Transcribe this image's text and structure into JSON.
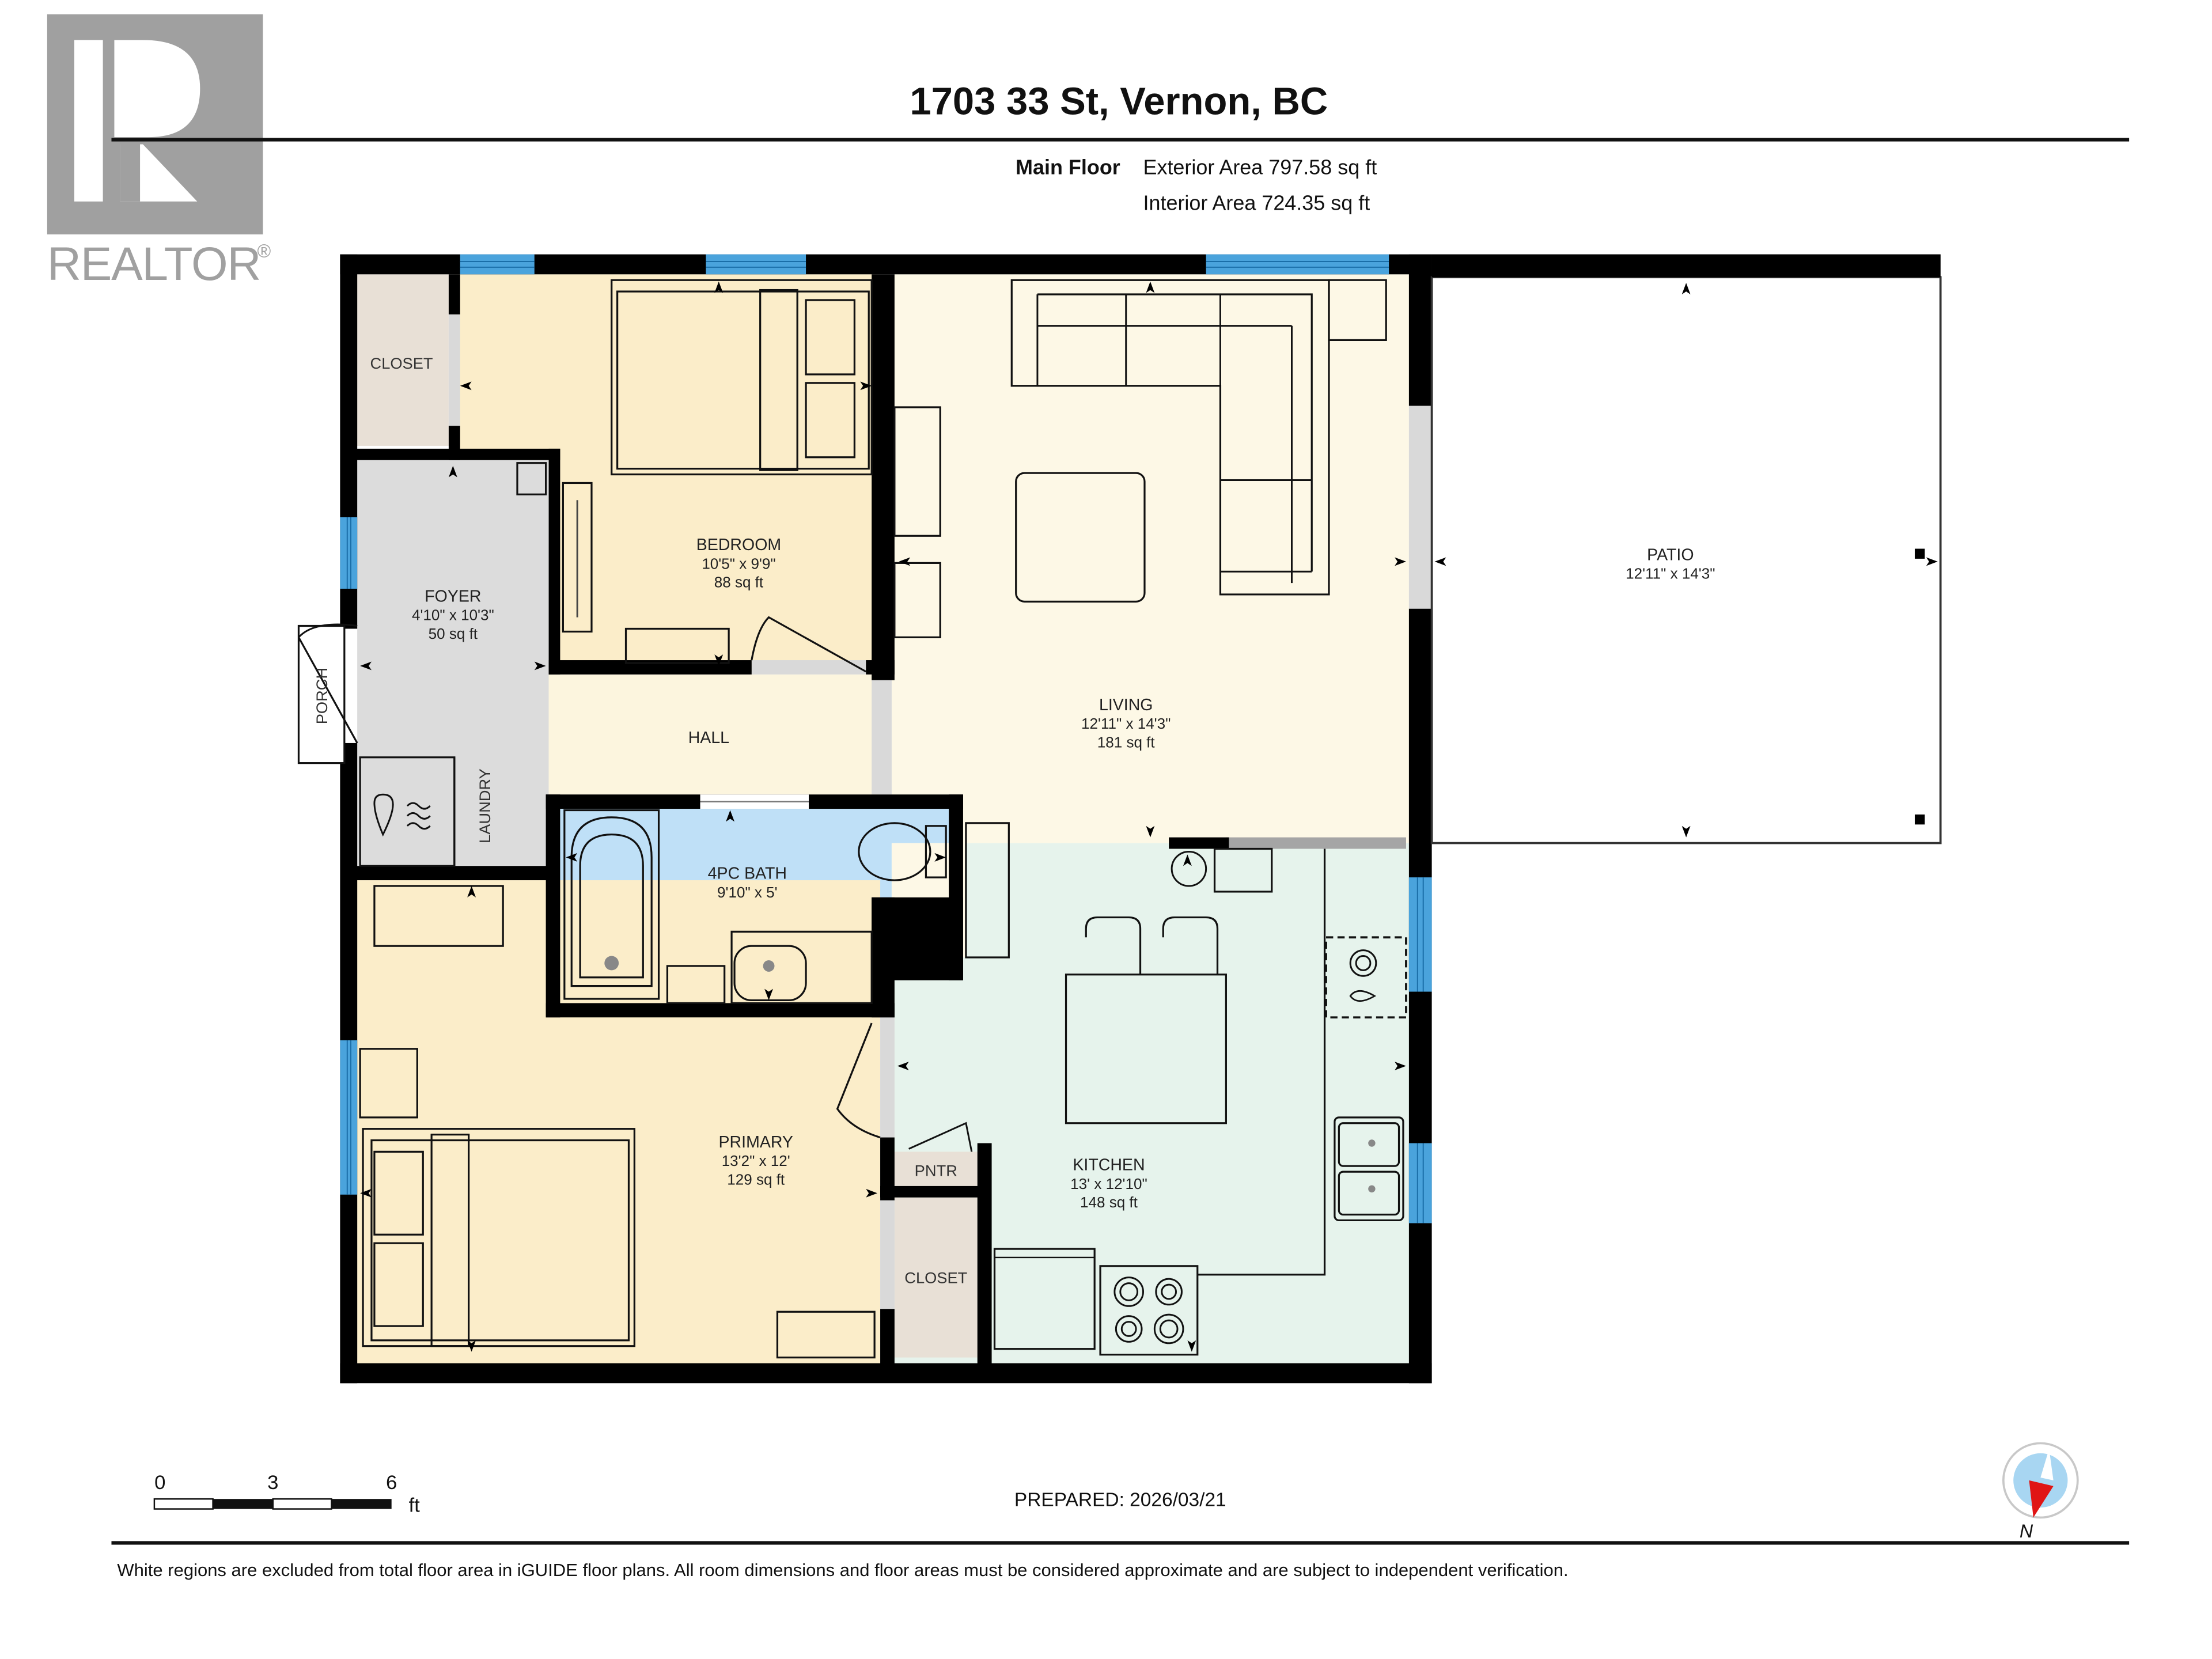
{
  "logo": {
    "letter": "R",
    "wordmark": "REALTOR",
    "registered": "®",
    "color": "#a0a0a0"
  },
  "header": {
    "title": "1703 33 St, Vernon, BC",
    "floor_name": "Main Floor",
    "exterior_area": "Exterior Area 797.58 sq ft",
    "interior_area": "Interior Area 724.35 sq ft"
  },
  "rooms": {
    "closet_top": {
      "name": "CLOSET",
      "color": "#e8e0d6"
    },
    "bedroom": {
      "name": "BEDROOM",
      "dims": "10'5\" x 9'9\"",
      "area": "88 sq ft",
      "color": "#fbedc9"
    },
    "foyer": {
      "name": "FOYER",
      "dims": "4'10\" x 10'3\"",
      "area": "50 sq ft",
      "color": "#dcdcdc"
    },
    "porch": {
      "name": "PORCH"
    },
    "laundry": {
      "name": "LAUNDRY"
    },
    "hall": {
      "name": "HALL",
      "color": "#fcf5de"
    },
    "living": {
      "name": "LIVING",
      "dims": "12'11\" x 14'3\"",
      "area": "181 sq ft",
      "color": "#fdf8e6"
    },
    "patio": {
      "name": "PATIO",
      "dims": "12'11\" x 14'3\"",
      "color": "#ffffff"
    },
    "bath": {
      "name": "4PC BATH",
      "dims": "9'10\" x 5'",
      "color": "#bfe0f7"
    },
    "primary": {
      "name": "PRIMARY",
      "dims": "13'2\" x 12'",
      "area": "129 sq ft",
      "color": "#fbedc9"
    },
    "pantry": {
      "name": "PNTR",
      "color": "#e8e0d6"
    },
    "closet_bottom": {
      "name": "CLOSET",
      "color": "#e8e0d6"
    },
    "kitchen": {
      "name": "KITCHEN",
      "dims": "13' x 12'10\"",
      "area": "148 sq ft",
      "color": "#e6f3ec"
    }
  },
  "colors": {
    "wall": "#000000",
    "window": "#4aa3dc",
    "door_opening": "#d9d9d9"
  },
  "scale_bar": {
    "ticks": [
      "0",
      "3",
      "6"
    ],
    "unit": "ft"
  },
  "footer": {
    "prepared": "PREPARED: 2026/03/21",
    "compass_label": "N",
    "disclaimer": "White regions are excluded from total floor area in iGUIDE floor plans. All room dimensions and floor areas must be considered approximate and are subject to independent verification."
  }
}
